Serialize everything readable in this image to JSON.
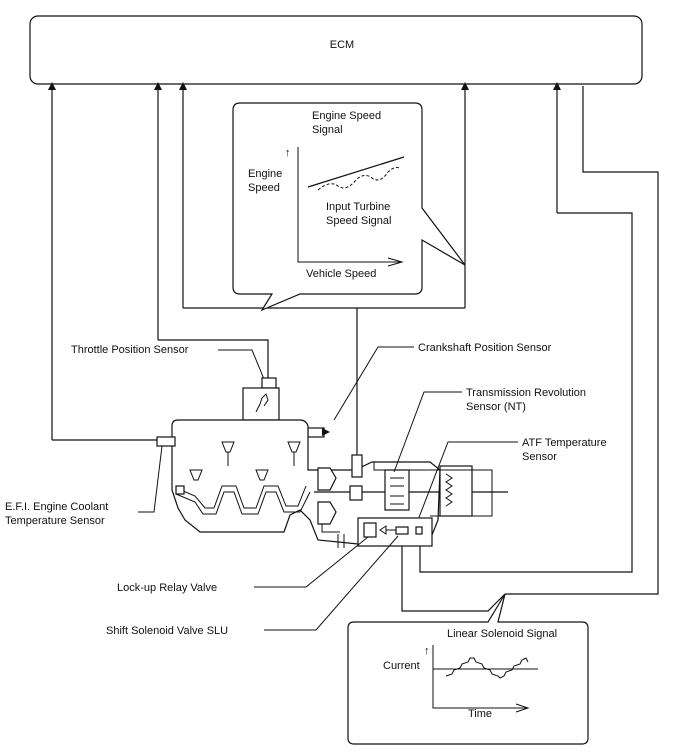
{
  "ecm": {
    "label": "ECM"
  },
  "engine_speed_callout": {
    "title_line1": "Engine Speed",
    "title_line2": "Signal",
    "y_arrow": "↑",
    "y_label_line1": "Engine",
    "y_label_line2": "Speed",
    "curve_label_line1": "Input Turbine",
    "curve_label_line2": "Speed Signal",
    "x_label": "Vehicle Speed"
  },
  "sensors": {
    "throttle": "Throttle Position Sensor",
    "crankshaft": "Crankshaft Position Sensor",
    "nt_line1": "Transmission Revolution",
    "nt_line2": "Sensor (NT)",
    "atf_line1": "ATF Temperature",
    "atf_line2": "Sensor",
    "coolant_line1": "E.F.I. Engine Coolant",
    "coolant_line2": "Temperature Sensor"
  },
  "valves": {
    "lockup": "Lock-up Relay Valve",
    "slu": "Shift Solenoid Valve SLU"
  },
  "linear_solenoid_callout": {
    "title": "Linear Solenoid Signal",
    "y_arrow": "↑",
    "y_label": "Current",
    "x_label": "Time"
  },
  "colors": {
    "line": "#111111",
    "background": "#ffffff"
  }
}
